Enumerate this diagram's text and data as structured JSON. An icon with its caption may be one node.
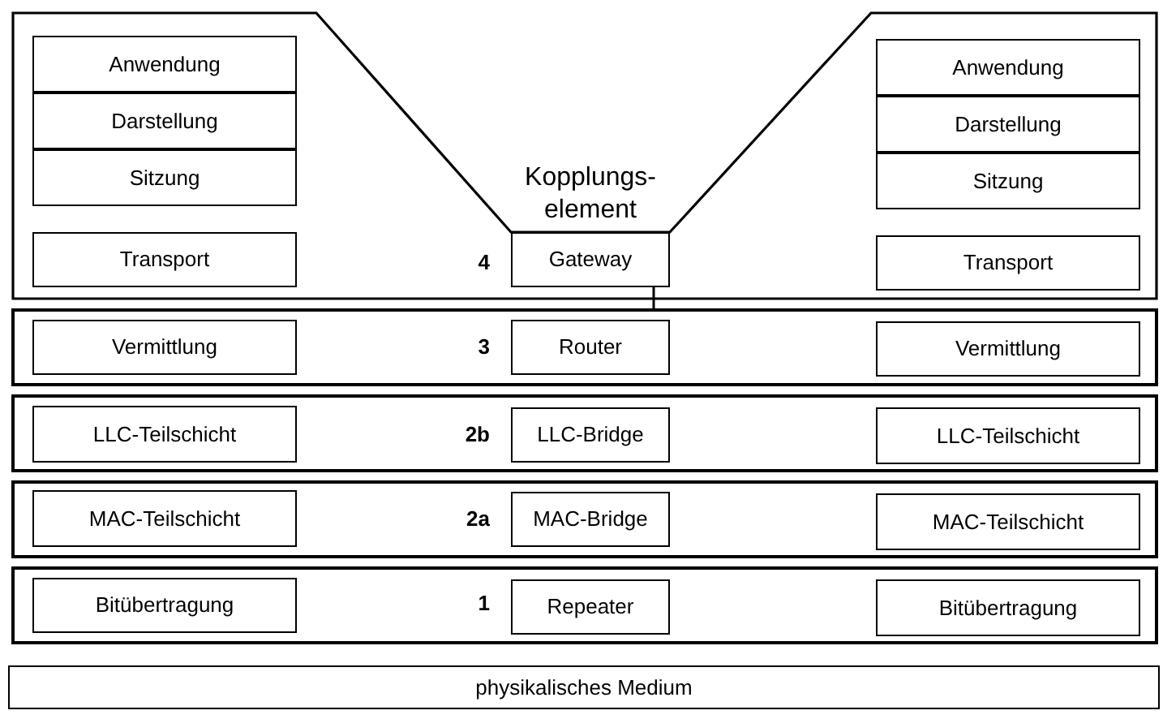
{
  "diagram": {
    "nodes": [
      {
        "text": [],
        "shape": "funnel"
      },
      {
        "text": [
          "Anwendung"
        ],
        "in": 0
      },
      {
        "text": [
          "Darstellung"
        ],
        "in": 0
      },
      {
        "text": [
          "Sitzung"
        ],
        "in": 0
      },
      {
        "text": [
          "Transport"
        ],
        "in": 0
      },
      {
        "text": [
          "Gateway"
        ],
        "in": 0
      },
      {
        "text": [
          "Anwendung"
        ],
        "in": 0
      },
      {
        "text": [
          "Darstellung"
        ],
        "in": 0
      },
      {
        "text": [
          "Sitzung"
        ],
        "in": 0
      },
      {
        "text": [
          "Transport"
        ],
        "in": 0
      },
      {
        "text": [],
        "shape": "band"
      },
      {
        "text": [
          "Vermittlung"
        ],
        "in": 10
      },
      {
        "text": [
          "Router"
        ],
        "in": 10
      },
      {
        "text": [
          "Vermittlung"
        ],
        "in": 10
      },
      {
        "text": [],
        "shape": "band"
      },
      {
        "text": [
          "LLC-Teilschicht"
        ],
        "in": 14
      },
      {
        "text": [
          "LLC-Bridge"
        ],
        "in": 14
      },
      {
        "text": [
          "LLC-Teilschicht"
        ],
        "in": 14
      },
      {
        "text": [],
        "shape": "band"
      },
      {
        "text": [
          "MAC-Teilschicht"
        ],
        "in": 18
      },
      {
        "text": [
          "MAC-Bridge"
        ],
        "in": 18
      },
      {
        "text": [
          "MAC-Teilschicht"
        ],
        "in": 18
      },
      {
        "text": [],
        "shape": "band"
      },
      {
        "text": [
          "Bitübertragung"
        ],
        "in": 22
      },
      {
        "text": [
          "Repeater"
        ],
        "in": 22
      },
      {
        "text": [
          "Bitübertragung"
        ],
        "in": 22
      },
      {
        "text": [
          "physikalisches Medium"
        ]
      }
    ],
    "edges": [
      {
        "from": 5,
        "to": 10,
        "arrow": "none"
      }
    ],
    "labels": [
      "Kopplungs-element",
      "4",
      "3",
      "2b",
      "2a",
      "1"
    ]
  }
}
